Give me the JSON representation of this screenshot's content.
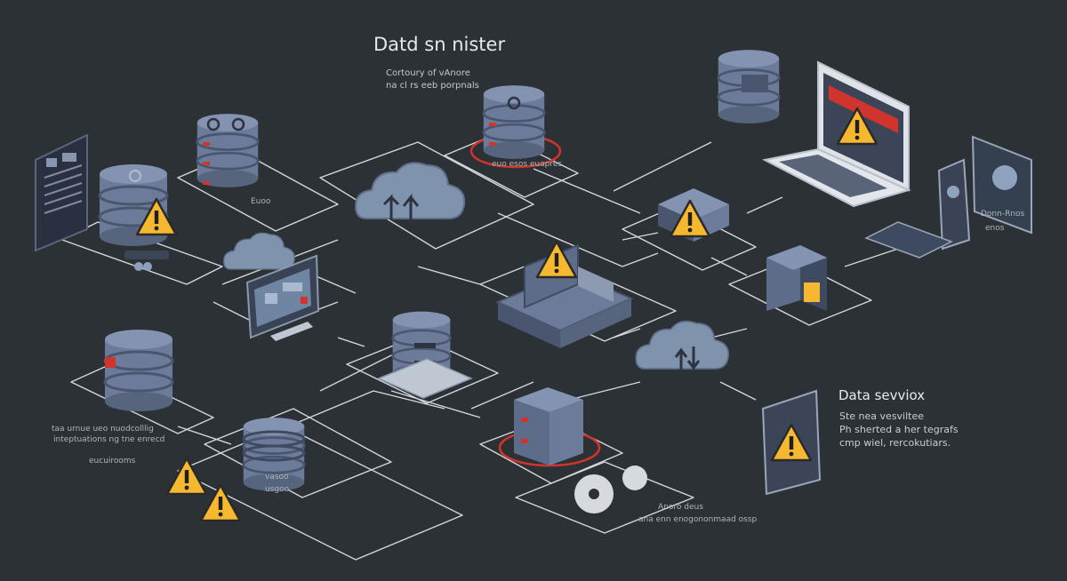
{
  "title": "Datd sn nister",
  "subtitle_lines": [
    "Cortoury of vAnore",
    "na cl rs eeb porpnals"
  ],
  "labels": {
    "db_top": "Euoo",
    "red_server": "euo esos euapres",
    "device_right_1": "Donn-Rnos",
    "device_right_2": "enos",
    "bottom_left_1": "taa urnue ueo nuodcolllig",
    "bottom_left_2": "inteptuations ng tne enrecd",
    "bottom_left_3": "eucuirooms",
    "db_bottom_1": "vasoo",
    "db_bottom_2": "usgoo",
    "gear_1": "Anoro deus",
    "gear_2": "ana enn enogononmaad ossp"
  },
  "panel": {
    "title": "Data sevviox",
    "lines": [
      "Ste nea vesviltee",
      "Ph sherted a her tegrafs",
      "cmp wiel, rercokutiars."
    ]
  },
  "colors": {
    "background": "#2c3136",
    "line": "#d4d8dc",
    "server_body": "#6b7b99",
    "server_dark": "#4a5670",
    "warning": "#f5b82e",
    "alert_red": "#d0342c",
    "cloud": "#7f93ad"
  },
  "icons": [
    "database-icon",
    "cloud-icon",
    "warning-icon",
    "laptop-icon",
    "tablet-icon",
    "monitor-icon",
    "server-icon",
    "gear-icon",
    "document-icon"
  ]
}
